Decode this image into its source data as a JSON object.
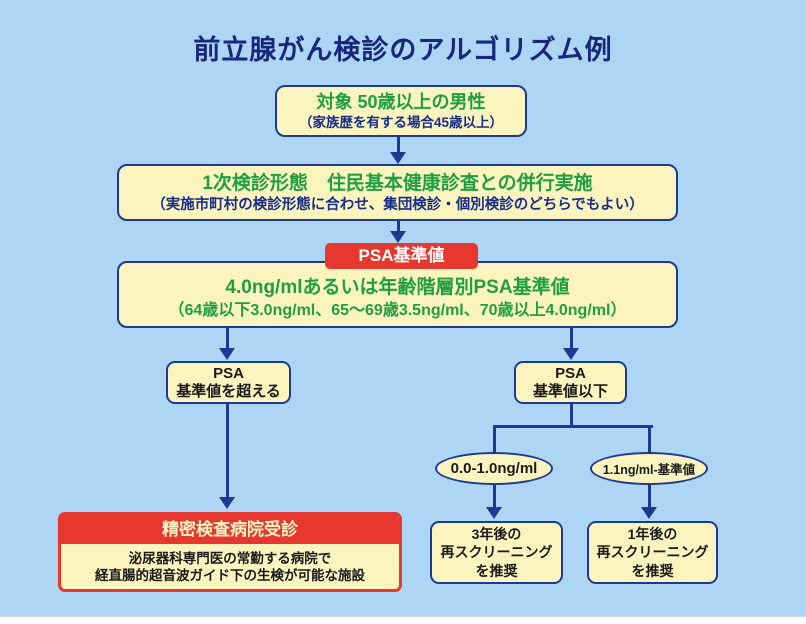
{
  "title": "前立腺がん検診のアルゴリズム例",
  "colors": {
    "background": "#aed5f3",
    "box_fill": "#fbf4bf",
    "border_navy": "#1d3a92",
    "text_navy": "#172d87",
    "text_green": "#1f9f42",
    "accent_red": "#e6382e",
    "header_text_cream": "#f8f3c3"
  },
  "nodes": {
    "target": {
      "line1": "対象 50歳以上の男性",
      "line2": "（家族歴を有する場合45歳以上）"
    },
    "primary_screening": {
      "line1": "1次検診形態　住民基本健康診査との併行実施",
      "line2": "（実施市町村の検診形態に合わせ、集団検診・個別検診のどちらでもよい）"
    },
    "psa_cutoff_label": "PSA基準値",
    "psa_cutoff": {
      "line1": "4.0ng/mlあるいは年齢階層別PSA基準値",
      "line2": "（64歳以下3.0ng/ml、65～69歳3.5ng/ml、70歳以上4.0ng/ml）"
    },
    "exceeds_cutoff": {
      "line1": "PSA",
      "line2": "基準値を超える"
    },
    "below_cutoff": {
      "line1": "PSA",
      "line2": "基準値以下"
    },
    "range_low": "0.0-1.0ng/ml",
    "range_mid": "1.1ng/ml-基準値",
    "hospital": {
      "header": "精密検査病院受診",
      "line1": "泌尿器科専門医の常勤する病院で",
      "line2": "経直腸的超音波ガイド下の生検が可能な施設"
    },
    "rescreen_3yr": {
      "line1": "3年後の",
      "line2": "再スクリーニング",
      "line3": "を推奨"
    },
    "rescreen_1yr": {
      "line1": "1年後の",
      "line2": "再スクリーニング",
      "line3": "を推奨"
    }
  }
}
